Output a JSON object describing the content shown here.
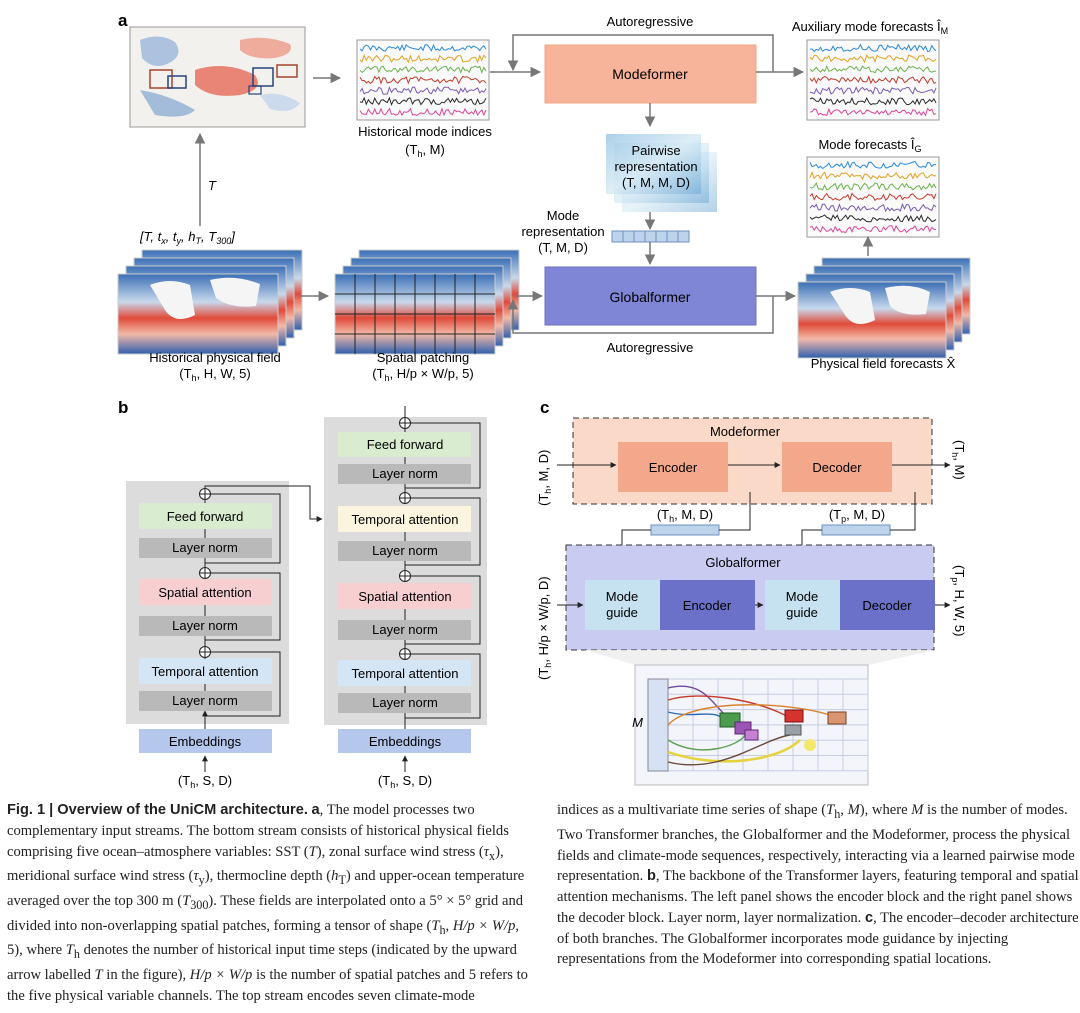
{
  "panel_a": {
    "label": "a",
    "autoregressive_top": "Autoregressive",
    "autoregressive_bottom": "Autoregressive",
    "aux_forecasts": "Auxiliary mode forecasts Î",
    "aux_forecasts_sub": "M",
    "modeformer": "Modeformer",
    "globalformer": "Globalformer",
    "hist_mode_indices": "Historical mode indices",
    "hist_mode_shape": "(T",
    "hist_mode_shape_sub": "h",
    "hist_mode_shape_rest": ", M)",
    "pairwise_line1": "Pairwise",
    "pairwise_line2": "representation",
    "pairwise_shape": "(T, M, M, D)",
    "mode_rep_line1": "Mode",
    "mode_rep_line2": "representation",
    "mode_rep_shape": "(T, M, D)",
    "mode_forecasts": "Mode forecasts Î",
    "mode_forecasts_sub": "G",
    "t_arrow": "T",
    "variables": "[T, t",
    "variables_x": "x",
    "variables_mid": ", t",
    "variables_y": "y",
    "variables_mid2": ", h",
    "variables_T": "T",
    "variables_mid3": ", T",
    "variables_300": "300",
    "variables_end": "]",
    "hist_field": "Historical physical field",
    "hist_field_shape": "(T",
    "hist_field_shape_sub": "h",
    "hist_field_shape_rest": ", H, W, 5)",
    "spatial_patching": "Spatial patching",
    "patch_shape": "(T",
    "patch_shape_sub": "h",
    "patch_shape_rest": ", H/p × W/p, 5)",
    "phys_forecasts": "Physical field forecasts X̂"
  },
  "panel_b": {
    "label": "b",
    "encoder": {
      "layers": [
        "Feed forward",
        "Layer norm",
        "Spatial attention",
        "Layer norm",
        "Temporal attention",
        "Layer norm"
      ],
      "embeddings": "Embeddings",
      "input": "(T",
      "input_sub": "h",
      "input_rest": ", S, D)"
    },
    "decoder": {
      "layers": [
        "Feed forward",
        "Layer norm",
        "Temporal attention",
        "Layer norm",
        "Spatial attention",
        "Layer norm",
        "Temporal attention",
        "Layer norm"
      ],
      "embeddings": "Embeddings",
      "input": "(T",
      "input_sub": "h",
      "input_rest": ", S, D)"
    }
  },
  "panel_c": {
    "label": "c",
    "modeformer": "Modeformer",
    "encoder": "Encoder",
    "decoder": "Decoder",
    "mf_input": "(T",
    "mf_input_sub": "h",
    "mf_input_rest": ", M, D)",
    "mf_output": "(T",
    "mf_output_sub": "h",
    "mf_output_rest": ", M)",
    "mid_left": "(T",
    "mid_left_sub": "h",
    "mid_left_rest": ", M, D)",
    "mid_right": "(T",
    "mid_right_sub": "p",
    "mid_right_rest": ", M, D)",
    "globalformer": "Globalformer",
    "mode_guide_1": "Mode",
    "mode_guide_2": "guide",
    "gf_encoder": "Encoder",
    "gf_decoder": "Decoder",
    "gf_input": "(T",
    "gf_input_sub": "h",
    "gf_input_rest": ", H/p × W/p, D)",
    "gf_output": "(T",
    "gf_output_sub": "p",
    "gf_output_rest": ", H, W, 5)",
    "m_label": "M"
  },
  "caption": {
    "fig_label": "Fig. 1 | Overview of the UniCM architecture.",
    "a_label": "a",
    "left_text_1": ", The model processes two complementary input streams. The bottom stream consists of historical physical fields comprising five ocean–atmosphere variables: SST (",
    "left_text_2": "T",
    "left_text_3": "), zonal surface wind stress (",
    "left_text_4": "τ",
    "left_text_4s": "x",
    "left_text_5": "), meridional surface wind stress (",
    "left_text_6": "τ",
    "left_text_6s": "y",
    "left_text_7": "), thermocline depth (",
    "left_text_8": "h",
    "left_text_8s": "T",
    "left_text_9": ") and upper-ocean temperature averaged over the top 300 m (",
    "left_text_10": "T",
    "left_text_10s": "300",
    "left_text_11": "). These fields are interpolated onto a 5° × 5° grid and divided into non-overlapping spatial patches, forming a tensor of shape (",
    "left_text_12": "T",
    "left_text_12s": "h",
    "left_text_13": ", ",
    "left_text_14": "H/p × W/p",
    "left_text_15": ", 5), where ",
    "left_text_16": "T",
    "left_text_16s": "h",
    "left_text_17": " denotes the number of historical input time steps (indicated by the upward arrow labelled ",
    "left_text_18": "T",
    "left_text_19": " in the figure), ",
    "left_text_20": "H/p × W/p",
    "left_text_21": " is the number of spatial patches and 5 refers to the five physical variable channels. The top stream encodes seven climate-mode",
    "right_text_1": "indices as a multivariate time series of shape (",
    "right_text_2": "T",
    "right_text_2s": "h",
    "right_text_3": ", ",
    "right_text_4": "M",
    "right_text_5": "), where ",
    "right_text_6": "M",
    "right_text_7": " is the number of modes. Two Transformer branches, the Globalformer and the Modeformer, process the physical fields and climate-mode sequences, respectively, interacting via a learned pairwise mode representation. ",
    "b_label": "b",
    "right_text_8": ", The backbone of the Transformer layers, featuring temporal and spatial attention mechanisms. The left panel shows the encoder block and the right panel shows the decoder block. Layer norm, layer normalization. ",
    "c_label": "c",
    "right_text_9": ", The encoder–decoder architecture of both branches. The Globalformer incorporates mode guidance by injecting representations from the Modeformer into corresponding spatial locations."
  },
  "colors": {
    "modeformer": "#f7b49a",
    "globalformer": "#7f86d6",
    "c_modeformer_bg": "#fbd9c8",
    "c_globalformer_bg": "#c9ccf0",
    "mode_guide": "#c6e1ef",
    "feed_forward": "#d9ecd0",
    "spatial_attention": "#f7cfd1",
    "temporal_attention": "#d4e6f5",
    "layer_norm": "#b9b9b9",
    "embeddings": "#b5c7ec",
    "block_bg": "#dcdcdc"
  }
}
